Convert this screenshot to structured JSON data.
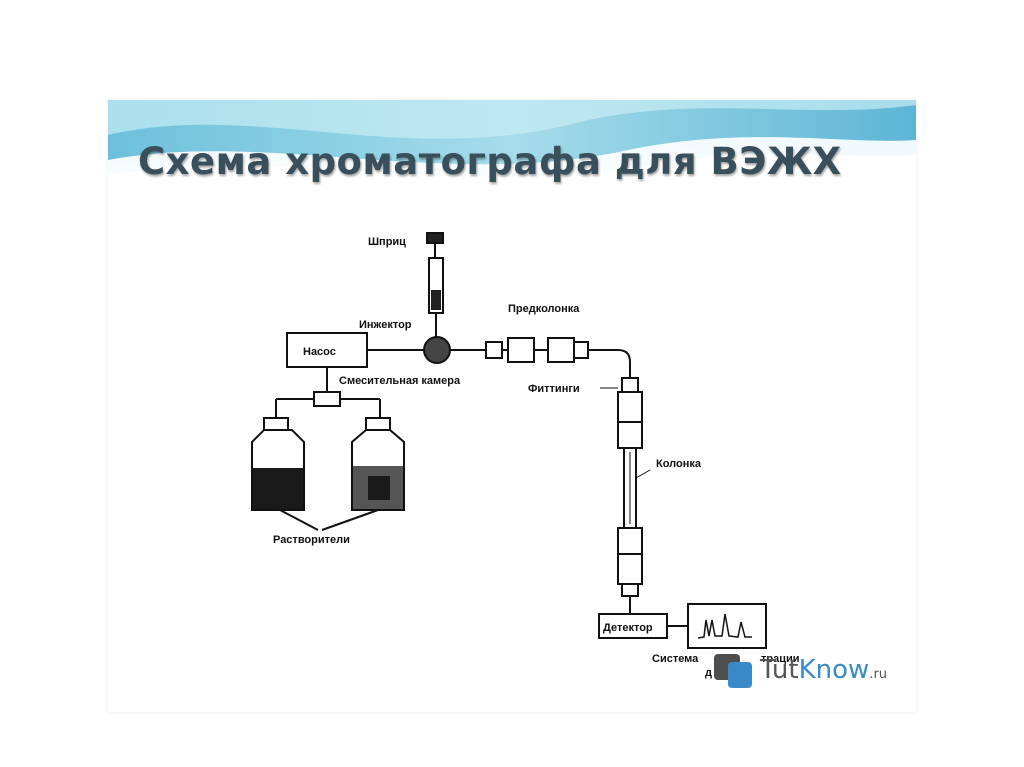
{
  "slide": {
    "title": "Схема хроматографа для ВЭЖХ",
    "banner_color": "#8fd0e4"
  },
  "diagram": {
    "labels": {
      "syringe": "Шприц",
      "injector": "Инжектор",
      "pump": "Насос",
      "mixing_chamber": "Смесительная камера",
      "solvents": "Растворители",
      "precolumn": "Предколонка",
      "fittings": "Фиттинги",
      "column": "Колонка",
      "detector": "Детектор",
      "data_system_part1": "Система",
      "data_system_part2": "трации",
      "data_system_part3": "д"
    }
  },
  "watermark": {
    "brand_part1": "Tut",
    "brand_part2": "Know",
    "brand_suffix": ".ru"
  }
}
